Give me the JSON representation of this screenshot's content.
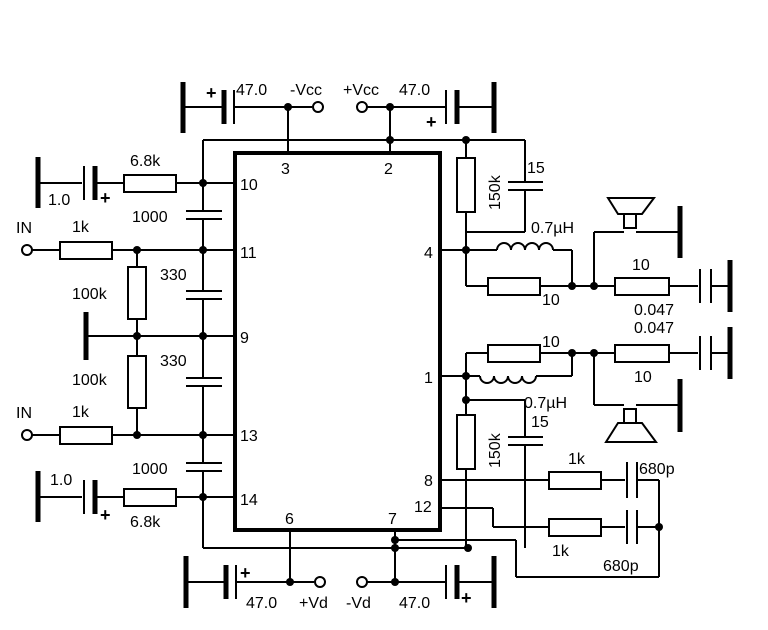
{
  "pins": [
    "3",
    "2",
    "10",
    "11",
    "9",
    "13",
    "14",
    "4",
    "1",
    "8",
    "12",
    "6",
    "7"
  ],
  "labels": {
    "cap_47": "47.0",
    "neg_vcc": "-Vcc",
    "pos_vcc": "+Vcc",
    "pos_vd": "+Vd",
    "neg_vd": "-Vd",
    "cap_1": "1.0",
    "r_6k8": "6.8k",
    "r_1k": "1k",
    "r_100k": "100k",
    "c_1000": "1000",
    "c_330": "330",
    "input": "IN",
    "r_150k": "150k",
    "c_15": "15",
    "inductor": "0.7µH",
    "r_10": "10",
    "c_0047": "0.047",
    "c_680p": "680p",
    "plus": "+"
  }
}
